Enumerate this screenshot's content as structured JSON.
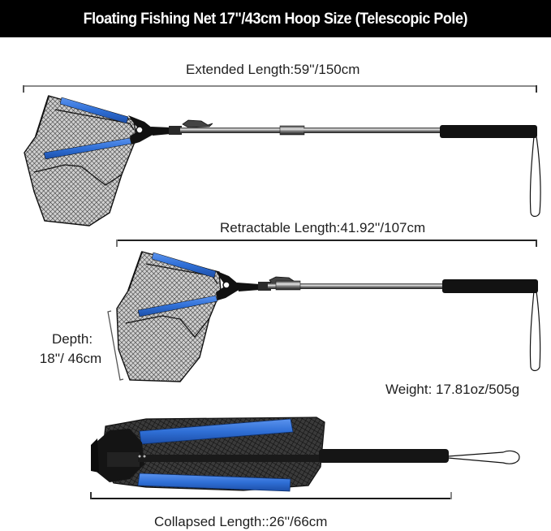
{
  "title": "Floating Fishing Net 17\"/43cm Hoop Size (Telescopic Pole)",
  "specs": {
    "extended_length": "Extended Length:59''/150cm",
    "retractable_length": "Retractable Length:41.92''/107cm",
    "depth_line1": "Depth:",
    "depth_line2": "18''/ 46cm",
    "weight": "Weight: 17.81oz/505g",
    "collapsed_length": "Collapsed Length::26''/66cm"
  },
  "colors": {
    "title_bg": "#000000",
    "title_text": "#ffffff",
    "frame_blue": "#2f6fd6",
    "handle_black": "#111111",
    "pole_silver": "#9a9a9a",
    "bracket_gray": "#8a8a8a",
    "bracket_dark": "#222222"
  }
}
